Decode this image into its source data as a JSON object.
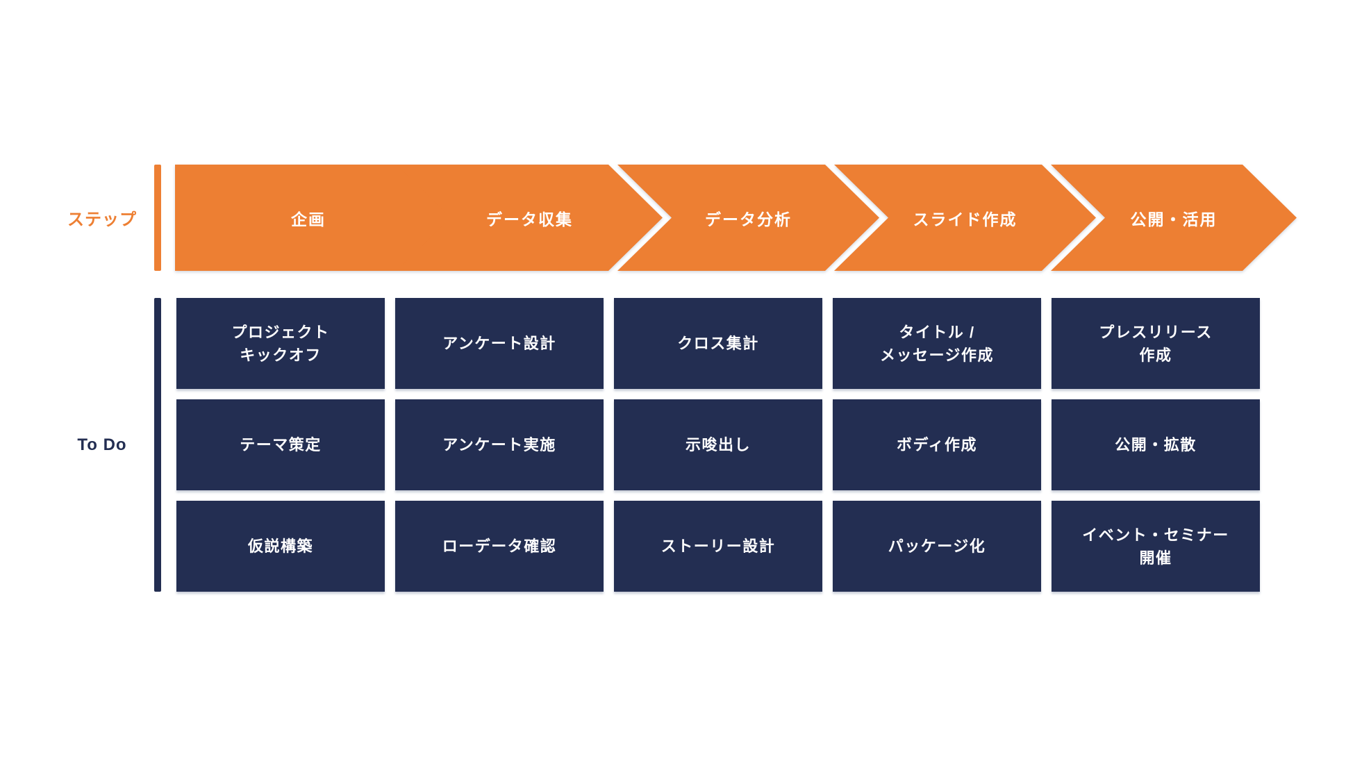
{
  "row_labels": {
    "steps": "ステップ",
    "todo": "To Do"
  },
  "colors": {
    "accent_orange": "#ED7F33",
    "accent_navy": "#232E52",
    "text_on_dark": "#FFFFFF",
    "background": "#FFFFFF"
  },
  "steps": [
    {
      "label": "企画",
      "todos": [
        "プロジェクト\nキックオフ",
        "テーマ策定",
        "仮説構築"
      ]
    },
    {
      "label": "データ収集",
      "todos": [
        "アンケート設計",
        "アンケート実施",
        "ローデータ確認"
      ]
    },
    {
      "label": "データ分析",
      "todos": [
        "クロス集計",
        "示唆出し",
        "ストーリー設計"
      ]
    },
    {
      "label": "スライド作成",
      "todos": [
        "タイトル /\nメッセージ作成",
        "ボディ作成",
        "パッケージ化"
      ]
    },
    {
      "label": "公開・活用",
      "todos": [
        "プレスリリース\n作成",
        "公開・拡散",
        "イベント・セミナー\n開催"
      ]
    }
  ]
}
